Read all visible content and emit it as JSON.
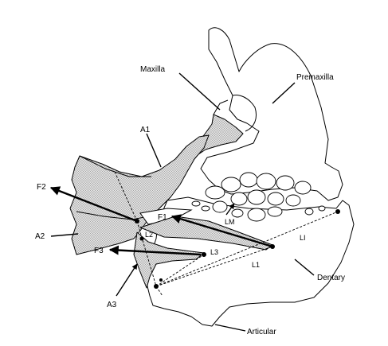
{
  "figure": {
    "labels": {
      "maxilla": "Maxilla",
      "premaxilla": "Premaxilla",
      "a1": "A1",
      "a2": "A2",
      "a3": "A3",
      "f1": "F1",
      "f2": "F2",
      "f3": "F3",
      "l1": "L1",
      "l2": "L2",
      "l3": "L3",
      "li": "LI",
      "lm": "LM",
      "dentary": "Dentary",
      "articular": "Articular"
    }
  }
}
